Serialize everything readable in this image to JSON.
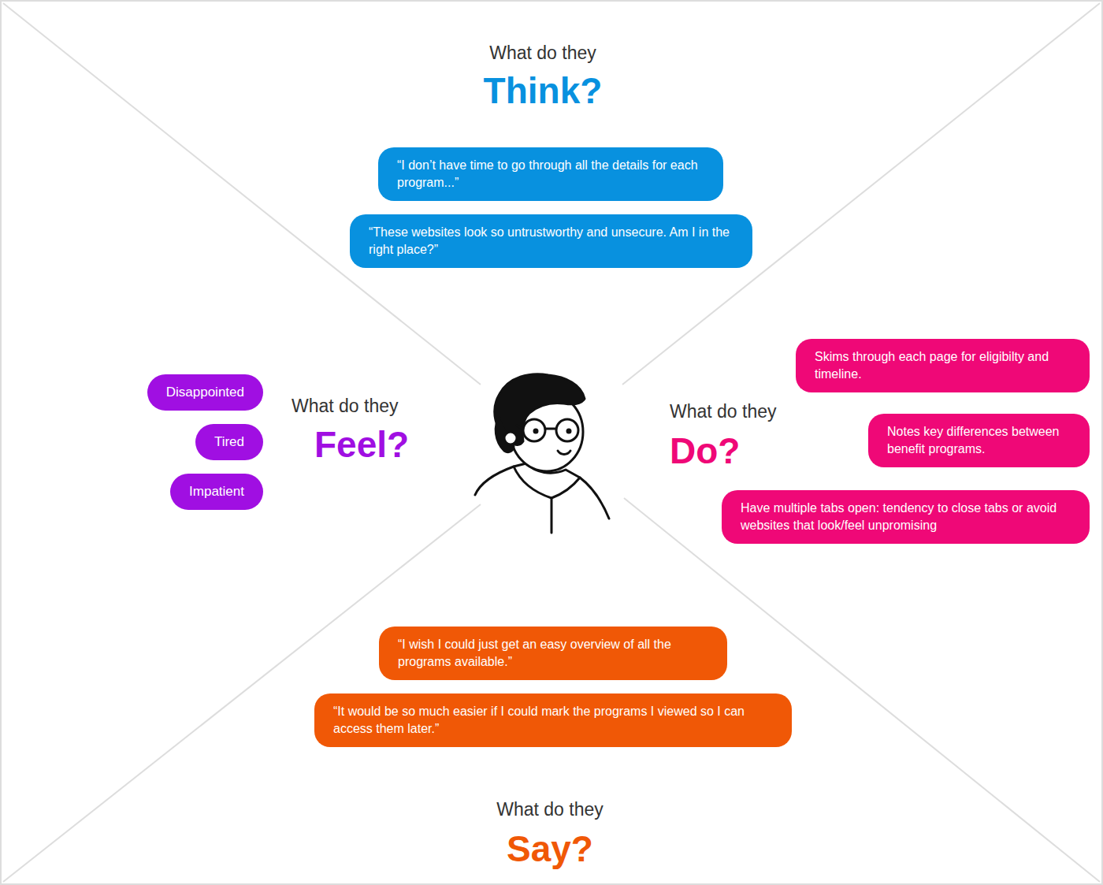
{
  "diagram": {
    "nodes": [
      {
        "text": [
          "“I don’t have time to go through all the details for each program...”"
        ]
      },
      {
        "text": [
          "“These websites look so untrustworthy and unsecure. Am I in the right place?”"
        ]
      },
      {
        "text": [
          "Disappointed"
        ]
      },
      {
        "text": [
          "Tired"
        ]
      },
      {
        "text": [
          "Impatient"
        ]
      },
      {
        "text": [
          "Skims through each page for eligibilty and timeline."
        ]
      },
      {
        "text": [
          "Notes key differences between benefit programs."
        ]
      },
      {
        "text": [
          "Have multiple tabs open: tendency to close tabs or avoid websites that look/feel unpromising"
        ]
      },
      {
        "text": [
          "“I wish I could just get an easy overview of all the programs available.”"
        ]
      },
      {
        "text": [
          "“It would be so much easier if I could mark the programs I viewed so I can access them later.”"
        ]
      }
    ],
    "labels": [
      "What do they",
      "Think?",
      "What do they",
      "Feel?",
      "What do they",
      "Do?",
      "What do they",
      "Say?"
    ]
  }
}
